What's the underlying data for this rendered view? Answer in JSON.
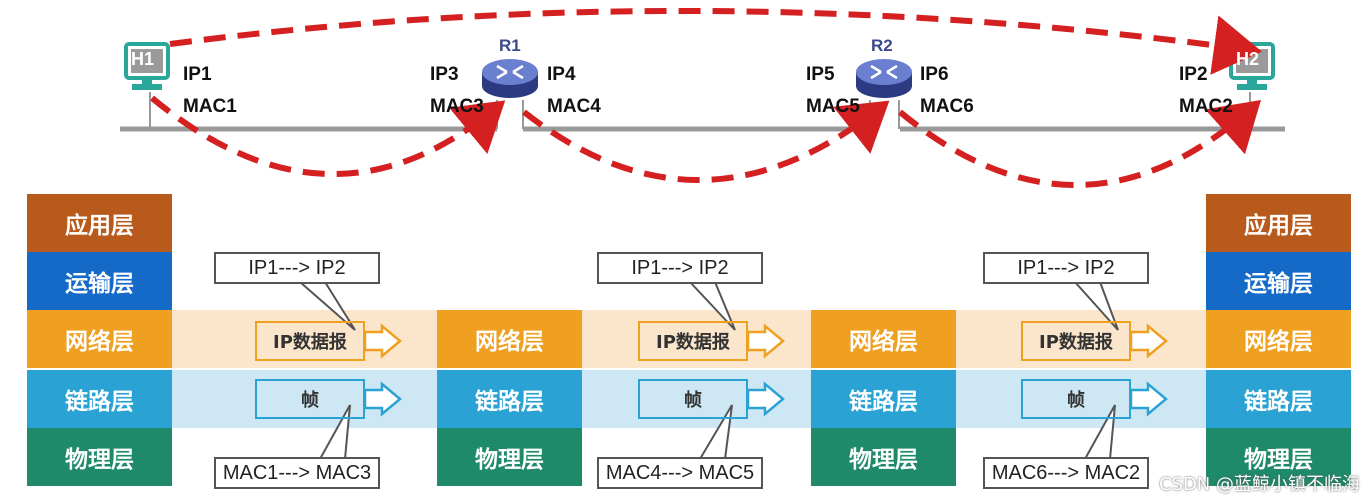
{
  "hosts": {
    "h1": "H1",
    "h2": "H2"
  },
  "routers": {
    "r1": "R1",
    "r2": "R2"
  },
  "addr": {
    "ip1": "IP1",
    "mac1": "MAC1",
    "ip3": "IP3",
    "mac3": "MAC3",
    "ip4": "IP4",
    "mac4": "MAC4",
    "ip5": "IP5",
    "mac5": "MAC5",
    "ip6": "IP6",
    "mac6": "MAC6",
    "ip2": "IP2",
    "mac2": "MAC2"
  },
  "layers": {
    "app": "应用层",
    "transport": "运输层",
    "network": "网络层",
    "link": "链路层",
    "physical": "物理层"
  },
  "packets": {
    "datagram": "IP数据报",
    "frame": "帧"
  },
  "callouts": {
    "ip_all": "IP1---> IP2",
    "mac_seg1": "MAC1---> MAC3",
    "mac_seg2": "MAC4---> MAC5",
    "mac_seg3": "MAC6---> MAC2"
  },
  "colors": {
    "app": "#b85a1c",
    "transport": "#1569c7",
    "network": "#f0a020",
    "link": "#2aa3d4",
    "physical": "#1e8a6a",
    "arrow": "#d42020"
  },
  "watermark": "CSDN @蓝鲸小镇不临海"
}
